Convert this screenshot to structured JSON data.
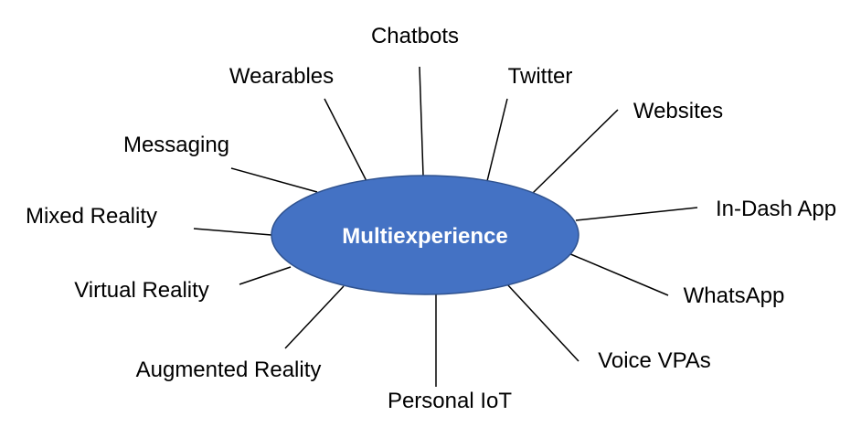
{
  "center": {
    "label": "Multiexperience",
    "fill_color": "#4472c4",
    "border_color": "#2f528f",
    "text_color": "#ffffff"
  },
  "nodes": [
    {
      "id": "chatbots",
      "label": "Chatbots"
    },
    {
      "id": "twitter",
      "label": "Twitter"
    },
    {
      "id": "websites",
      "label": "Websites"
    },
    {
      "id": "in-dash-app",
      "label": "In-Dash App"
    },
    {
      "id": "whatsapp",
      "label": "WhatsApp"
    },
    {
      "id": "voice-vpas",
      "label": "Voice VPAs"
    },
    {
      "id": "personal-iot",
      "label": "Personal IoT"
    },
    {
      "id": "augmented-reality",
      "label": "Augmented Reality"
    },
    {
      "id": "virtual-reality",
      "label": "Virtual Reality"
    },
    {
      "id": "mixed-reality",
      "label": "Mixed Reality"
    },
    {
      "id": "messaging",
      "label": "Messaging"
    },
    {
      "id": "wearables",
      "label": "Wearables"
    }
  ]
}
